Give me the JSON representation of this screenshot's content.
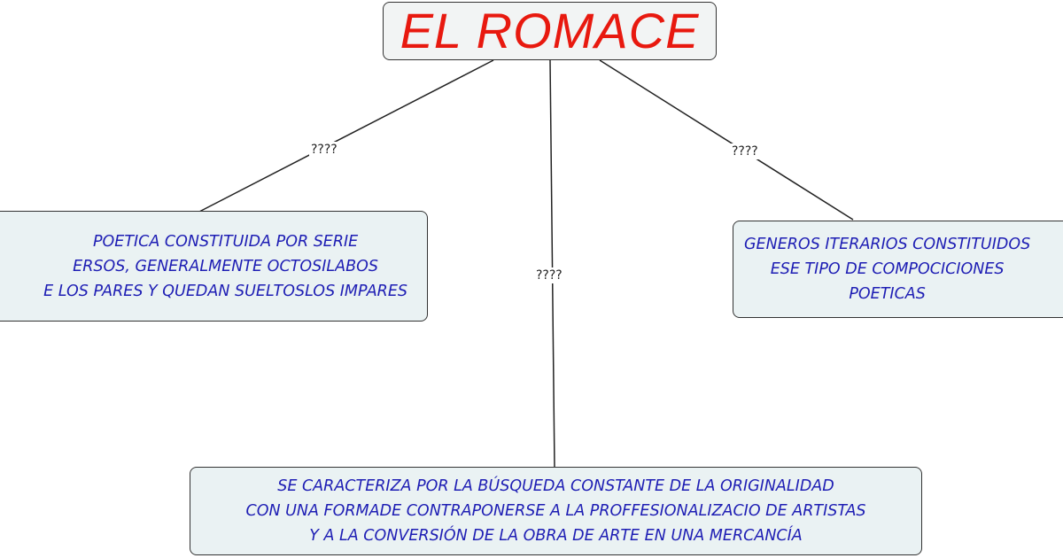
{
  "diagram": {
    "root": {
      "title": "EL ROMACE"
    },
    "links": [
      {
        "label": "????"
      },
      {
        "label": "????"
      },
      {
        "label": "????"
      }
    ],
    "nodes": {
      "left": {
        "lines": [
          "POETICA CONSTITUIDA POR SERIE",
          "ERSOS, GENERALMENTE OCTOSILABOS",
          "E LOS PARES Y QUEDAN SUELTOSLOS IMPARES"
        ]
      },
      "right": {
        "lines": [
          "GENEROS ITERARIOS CONSTITUIDOS",
          "ESE TIPO DE COMPOCICIONES",
          "POETICAS"
        ]
      },
      "bottom": {
        "lines": [
          "SE CARACTERIZA POR LA BÚSQUEDA CONSTANTE DE LA ORIGINALIDAD",
          "CON UNA FORMADE CONTRAPONERSE A LA PROFFESIONALIZACIO DE ARTISTAS",
          "Y A LA CONVERSIÓN DE LA OBRA DE ARTE EN UNA MERCANCÍA"
        ]
      }
    },
    "colors": {
      "title": "#e8190f",
      "node_text": "#1e1eb4",
      "node_fill": "#eaf2f3",
      "border": "#333333"
    }
  }
}
